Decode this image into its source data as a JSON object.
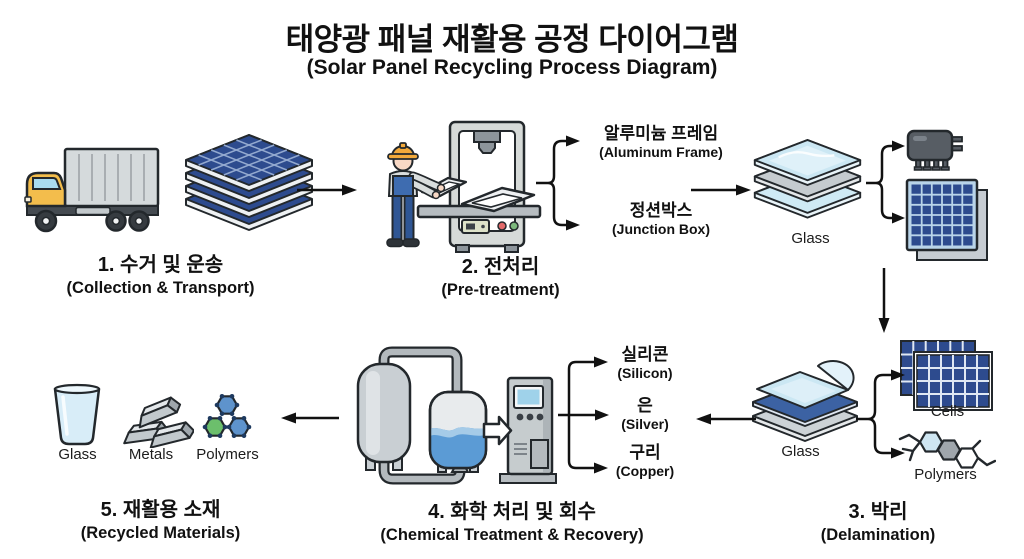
{
  "title": {
    "ko": "태양광 패널 재활용 공정 다이어그램",
    "en": "(Solar Panel Recycling Process Diagram)"
  },
  "steps": [
    {
      "ko": "1. 수거 및 운송",
      "en": "(Collection & Transport)"
    },
    {
      "ko": "2. 전처리",
      "en": "(Pre-treatment)"
    },
    {
      "ko": "3. 박리",
      "en": "(Delamination)"
    },
    {
      "ko": "4. 화학 처리 및 회수",
      "en": "(Chemical Treatment & Recovery)"
    },
    {
      "ko": "5. 재활용 소재",
      "en": "(Recycled Materials)"
    }
  ],
  "pretreatment_outputs": [
    {
      "ko": "알루미늄 프레임",
      "en": "(Aluminum Frame)"
    },
    {
      "ko": "정션박스",
      "en": "(Junction Box)"
    }
  ],
  "recovery_outputs": [
    {
      "ko": "실리콘",
      "en": "(Silicon)"
    },
    {
      "ko": "은",
      "en": "(Silver)"
    },
    {
      "ko": "구리",
      "en": "(Copper)"
    }
  ],
  "material_labels": {
    "glass_after_pretreatment": "Glass",
    "glass_after_delamination": "Glass",
    "cells": "Cells",
    "polymers_after_delamination": "Polymers",
    "recycled_glass": "Glass",
    "recycled_metals": "Metals",
    "recycled_polymers": "Polymers"
  },
  "icons": {
    "truck": "truck-icon",
    "panel_stack": "solar-panel-stack-icon",
    "worker_machine": "worker-press-machine-icon",
    "glass_stack": "glass-layer-stack-icon",
    "junction_box": "junction-box-icon",
    "solar_panel": "solar-panel-icon",
    "delaminated_stack": "delaminated-layer-stack-icon",
    "cells": "solar-cells-icon",
    "polymer_chain": "polymer-chain-icon",
    "chemical_plant": "chemical-tanks-and-cabinet-icon",
    "glass_cup": "glass-cup-icon",
    "metal_ingots": "metal-ingots-icon",
    "polymer_molecule": "polymer-molecule-icon"
  },
  "colors": {
    "background": "#ffffff",
    "text": "#111111",
    "arrow": "#111111",
    "panel_navy": "#2d4b8e",
    "glass_blue": "#cbe7f3",
    "liquid_blue": "#5b9bd5",
    "truck_yellow": "#f3bd4c",
    "hat_orange": "#f2a93b",
    "overalls_blue": "#3e6cb0",
    "machine_gray": "#d6dad8",
    "molecule_green": "#6cbf6c",
    "molecule_blue": "#5e93cc"
  }
}
